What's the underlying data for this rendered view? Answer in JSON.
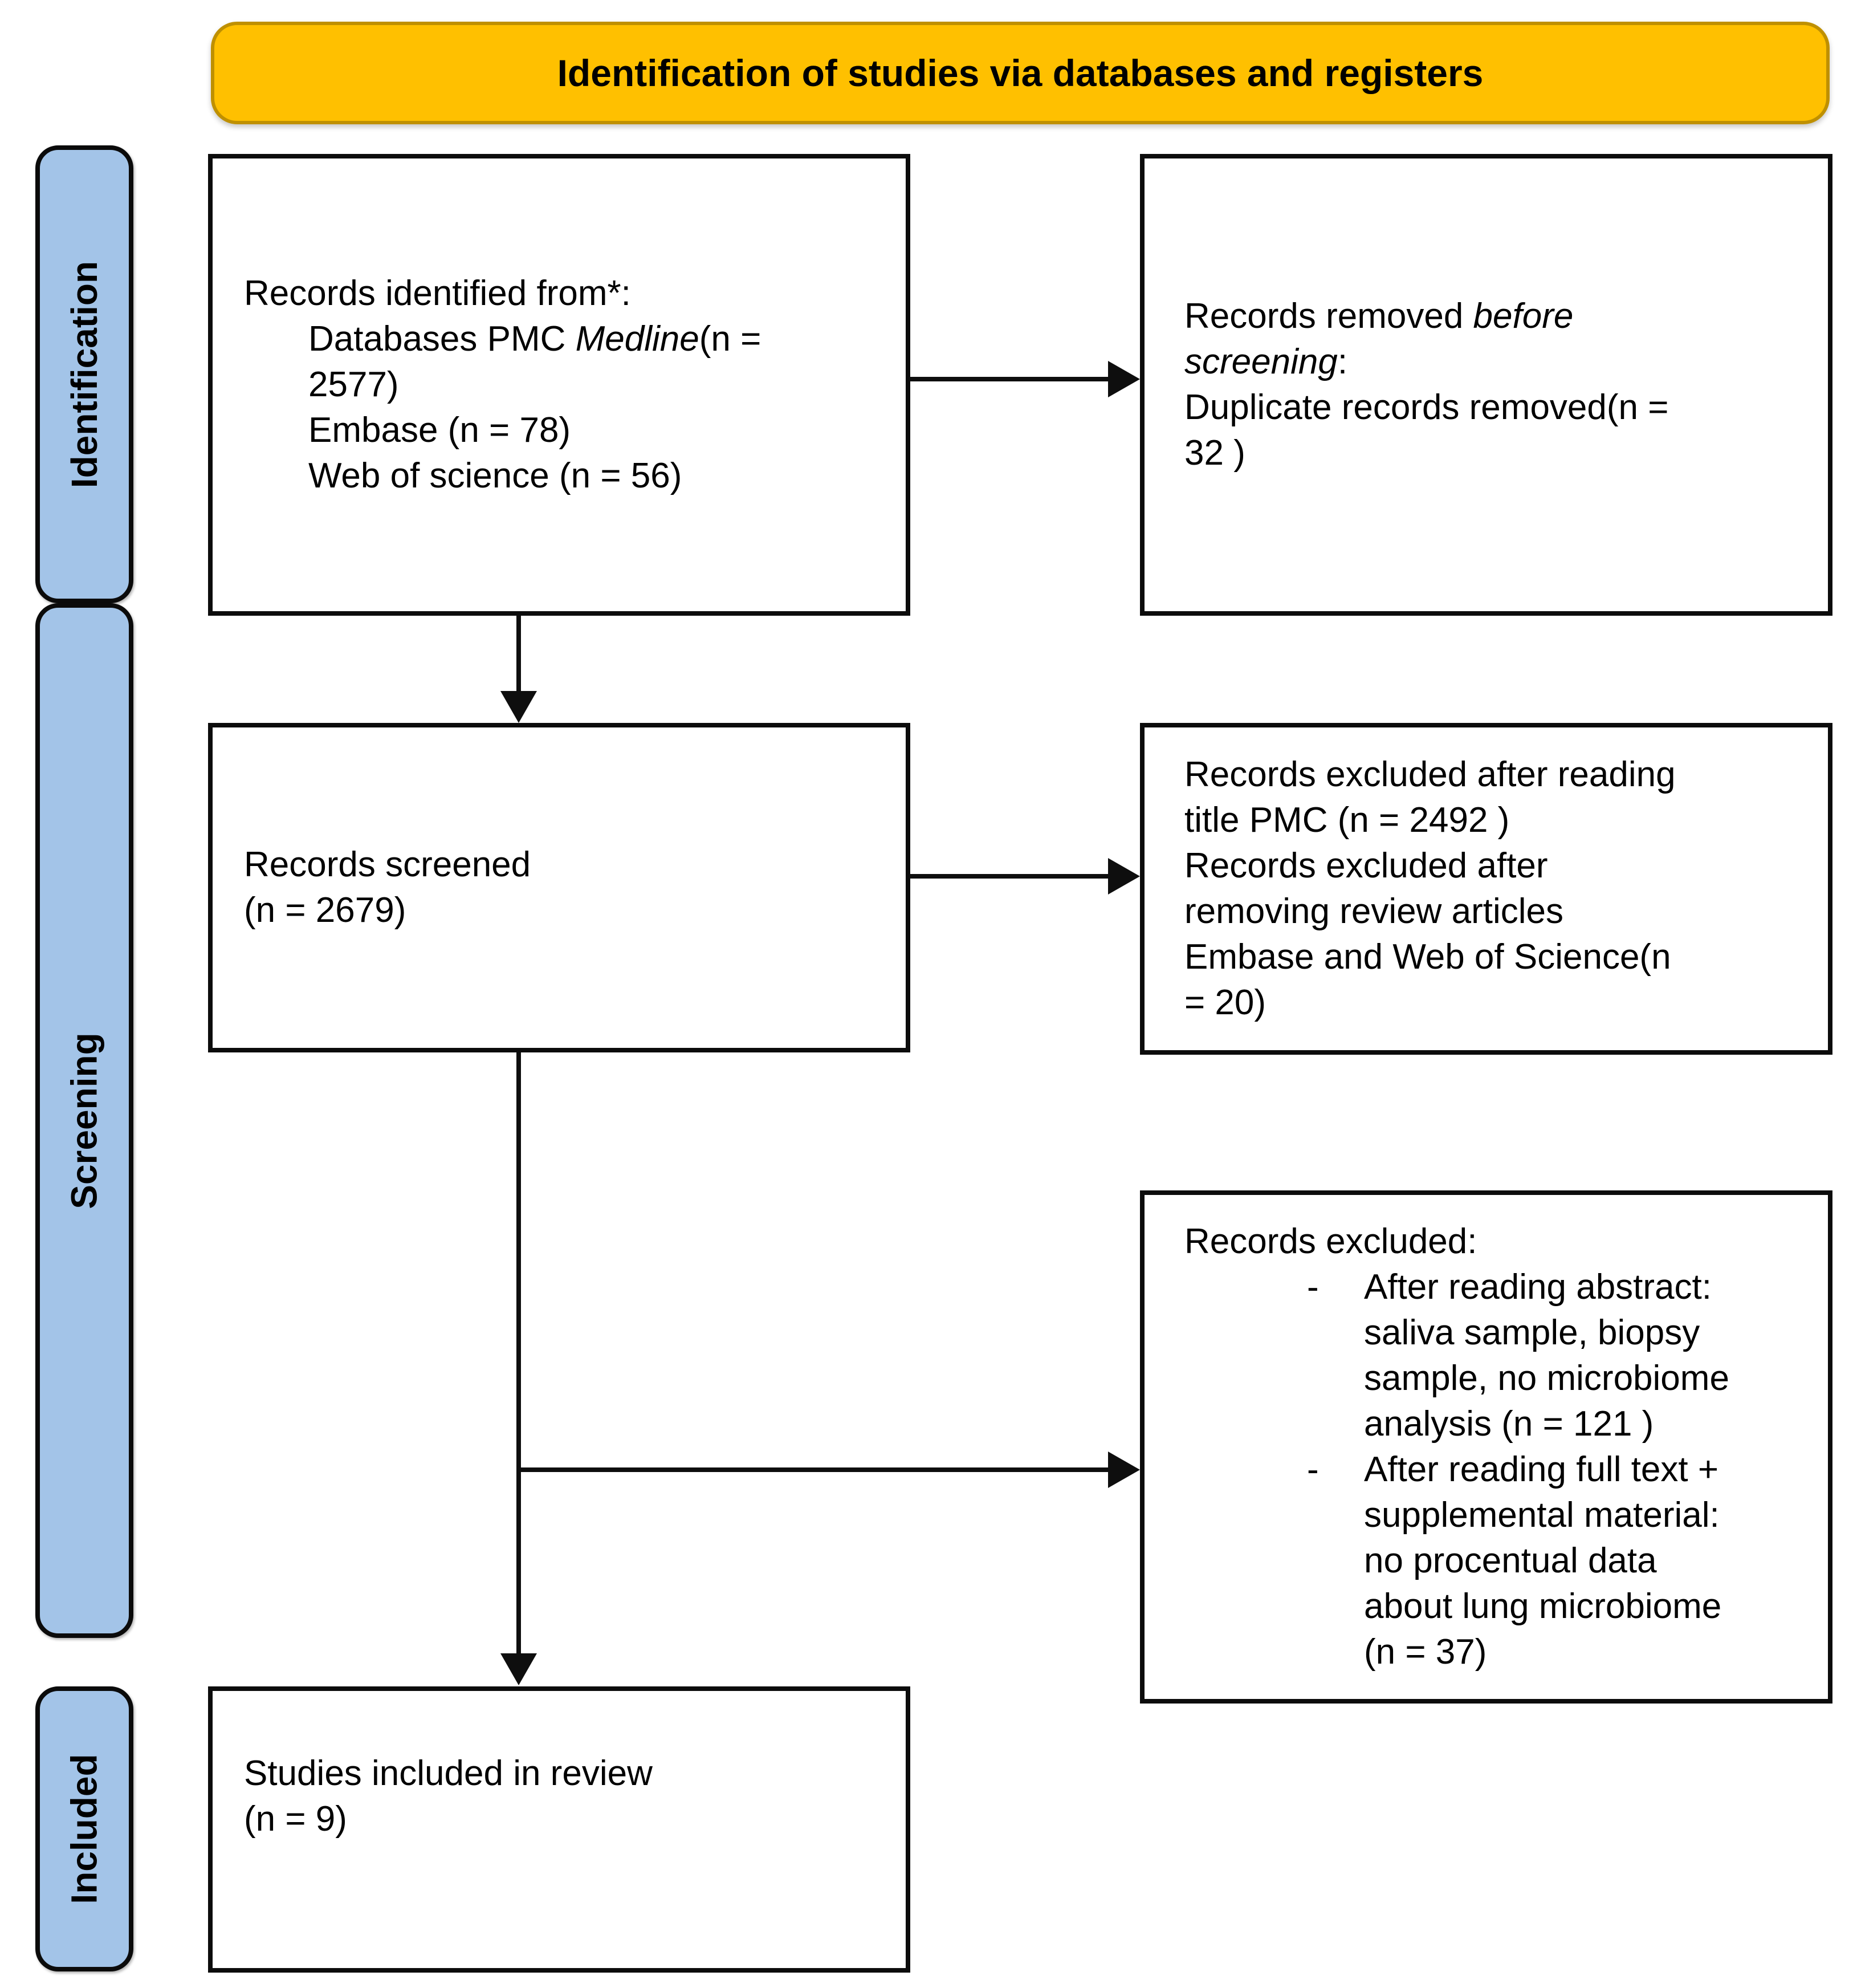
{
  "banner": {
    "title": "Identification of studies via databases and registers"
  },
  "sidebar": {
    "stages": [
      {
        "label": "Identification"
      },
      {
        "label": "Screening"
      },
      {
        "label": "Included"
      }
    ]
  },
  "boxes": {
    "identified": {
      "line1": "Records identified from*:",
      "db_prefix": "Databases PMC ",
      "db_italic": "Medline",
      "db_suffix": "(n =",
      "db_count": "2577)",
      "embase": "Embase (n = 78)",
      "wos": "Web of science (n = 56)"
    },
    "removed": {
      "prefix": "Records removed ",
      "italic1": "before",
      "italic2": "screening",
      "colon": ":",
      "line2": "Duplicate records removed(n =",
      "line3": "32 )"
    },
    "screened": {
      "line1": "Records screened",
      "line2": "(n = 2679)"
    },
    "excluded_title": {
      "lines": [
        "Records excluded after reading",
        "title PMC (n = 2492  )",
        "Records excluded after",
        "removing review articles",
        "Embase and Web of Science(n",
        "= 20)"
      ]
    },
    "excluded_abstract": {
      "heading": "Records excluded:",
      "bullets": [
        {
          "marker": "-",
          "lines": [
            "After reading abstract:",
            "saliva sample, biopsy",
            "sample, no microbiome",
            "analysis (n = 121 )"
          ]
        },
        {
          "marker": "-",
          "lines": [
            "After reading full text +",
            "supplemental material:",
            "no procentual data",
            "about lung microbiome",
            "(n = 37)"
          ]
        }
      ]
    },
    "included": {
      "line1": "Studies included in review",
      "line2": "(n = 9)"
    }
  },
  "colors": {
    "banner_bg": "#FFC000",
    "banner_border": "#BF9000",
    "stage_bg": "#A3C4E8",
    "line": "#0E0E0E"
  }
}
